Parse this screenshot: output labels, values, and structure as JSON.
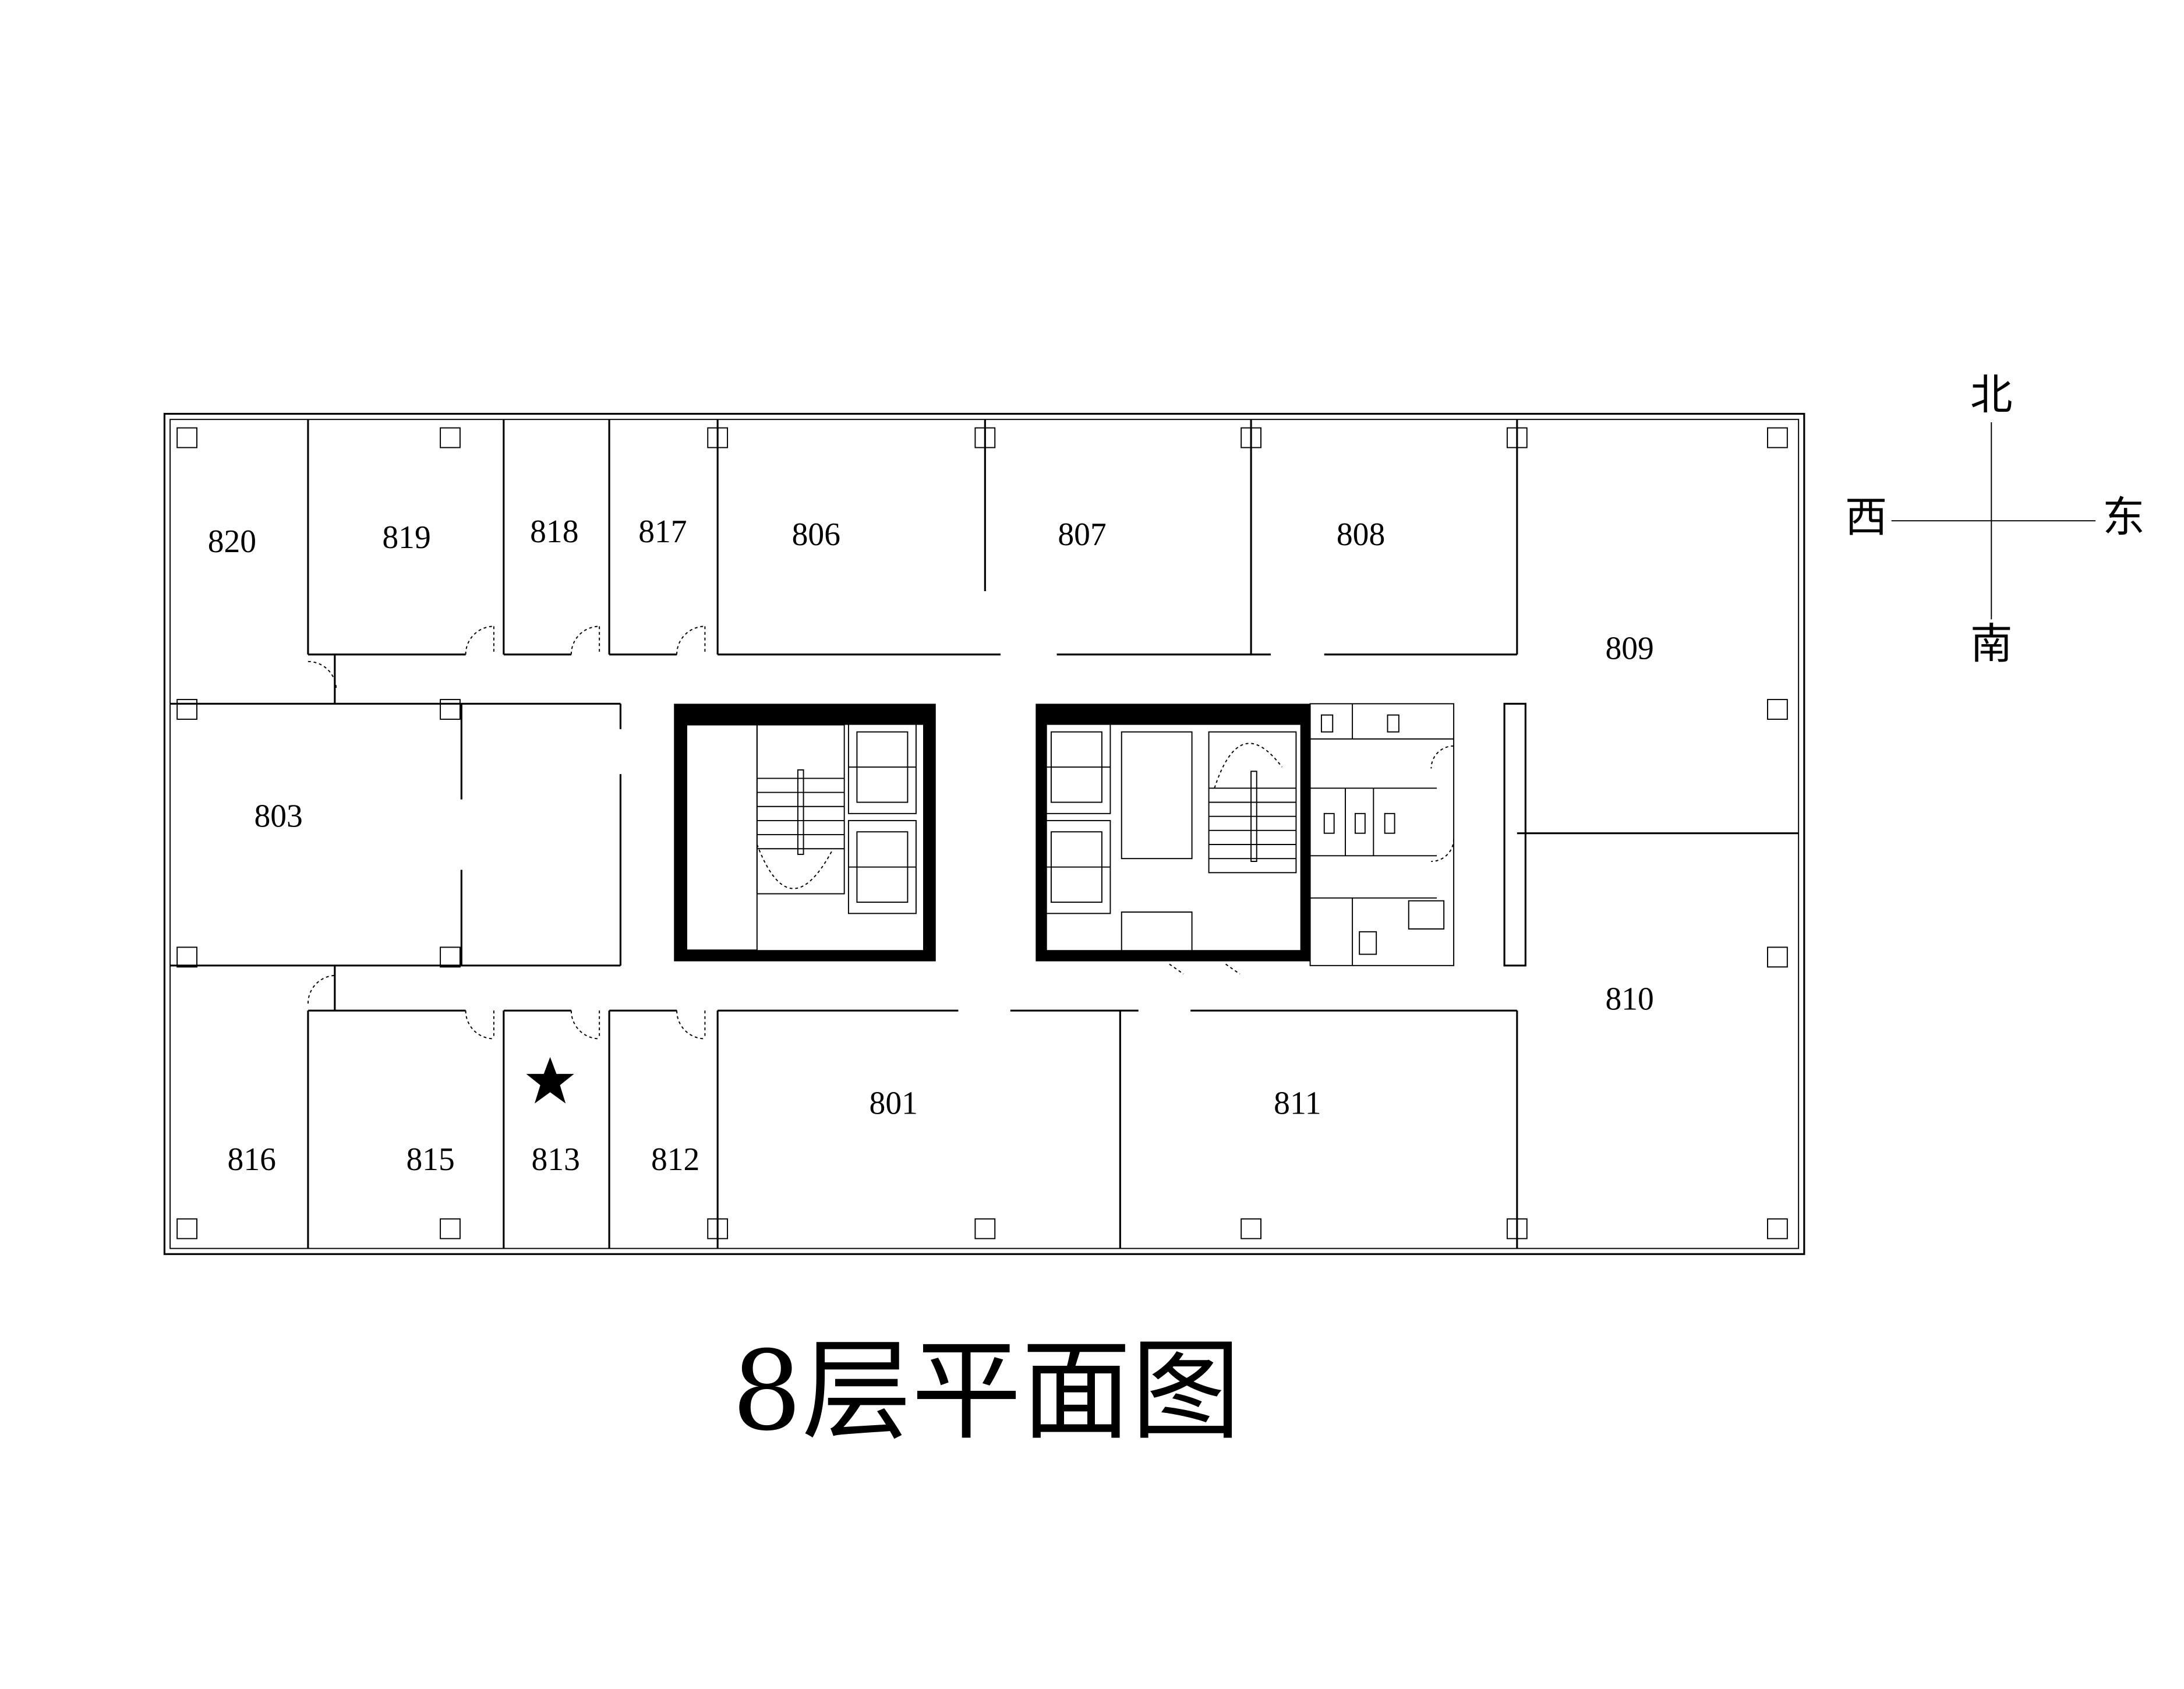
{
  "title": "8层平面图",
  "compass": {
    "north": "北",
    "south": "南",
    "east": "东",
    "west": "西"
  },
  "rooms": {
    "r820": "820",
    "r819": "819",
    "r818": "818",
    "r817": "817",
    "r806": "806",
    "r807": "807",
    "r808": "808",
    "r809": "809",
    "r803": "803",
    "r810": "810",
    "r816": "816",
    "r815": "815",
    "r813": "813",
    "r812": "812",
    "r801": "801",
    "r811": "811"
  },
  "marker": {
    "icon": "star-icon",
    "room": "813"
  }
}
